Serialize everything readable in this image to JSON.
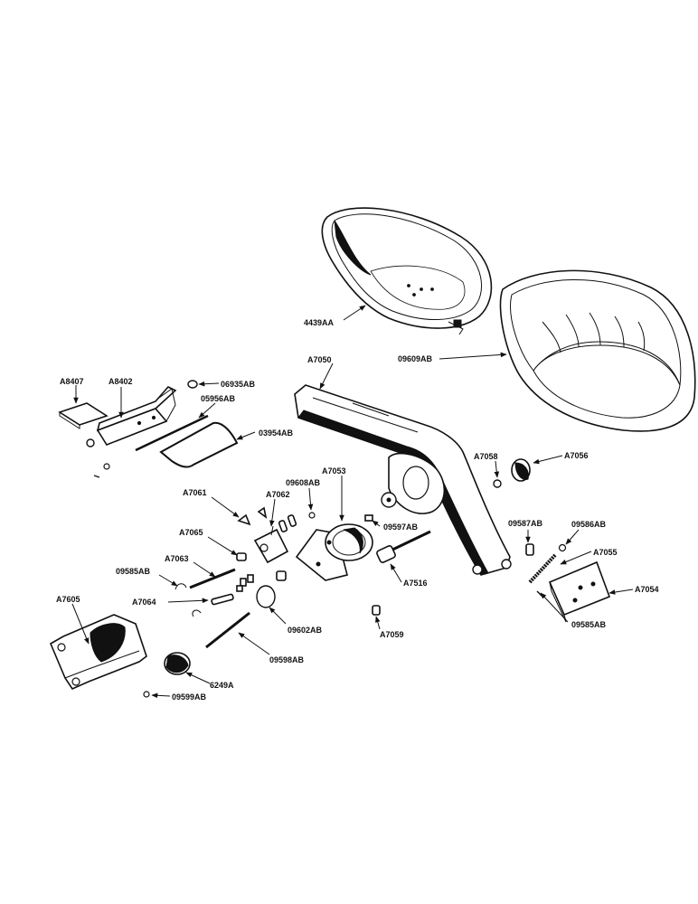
{
  "labels": {
    "4439AA": "4439AA",
    "09609AB_seat": "09609AB",
    "A7050": "A7050",
    "A8407": "A8407",
    "A8402": "A8402",
    "06935AB": "06935AB",
    "05956AB": "05956AB",
    "03954AB": "03954AB",
    "A7058": "A7058",
    "A7056": "A7056",
    "A7053": "A7053",
    "09608AB": "09608AB",
    "A7061": "A7061",
    "A7062": "A7062",
    "09597AB": "09597AB",
    "09587AB": "09587AB",
    "09586AB": "09586AB",
    "A7065": "A7065",
    "A7055": "A7055",
    "A7063": "A7063",
    "09585AB_left": "09585AB",
    "A7516": "A7516",
    "A7054": "A7054",
    "A7064": "A7064",
    "A7605": "A7605",
    "09585AB_right": "09585AB",
    "09602AB": "09602AB",
    "A7059": "A7059",
    "09598AB": "09598AB",
    "6249A": "6249A",
    "09599AB": "09599AB"
  }
}
